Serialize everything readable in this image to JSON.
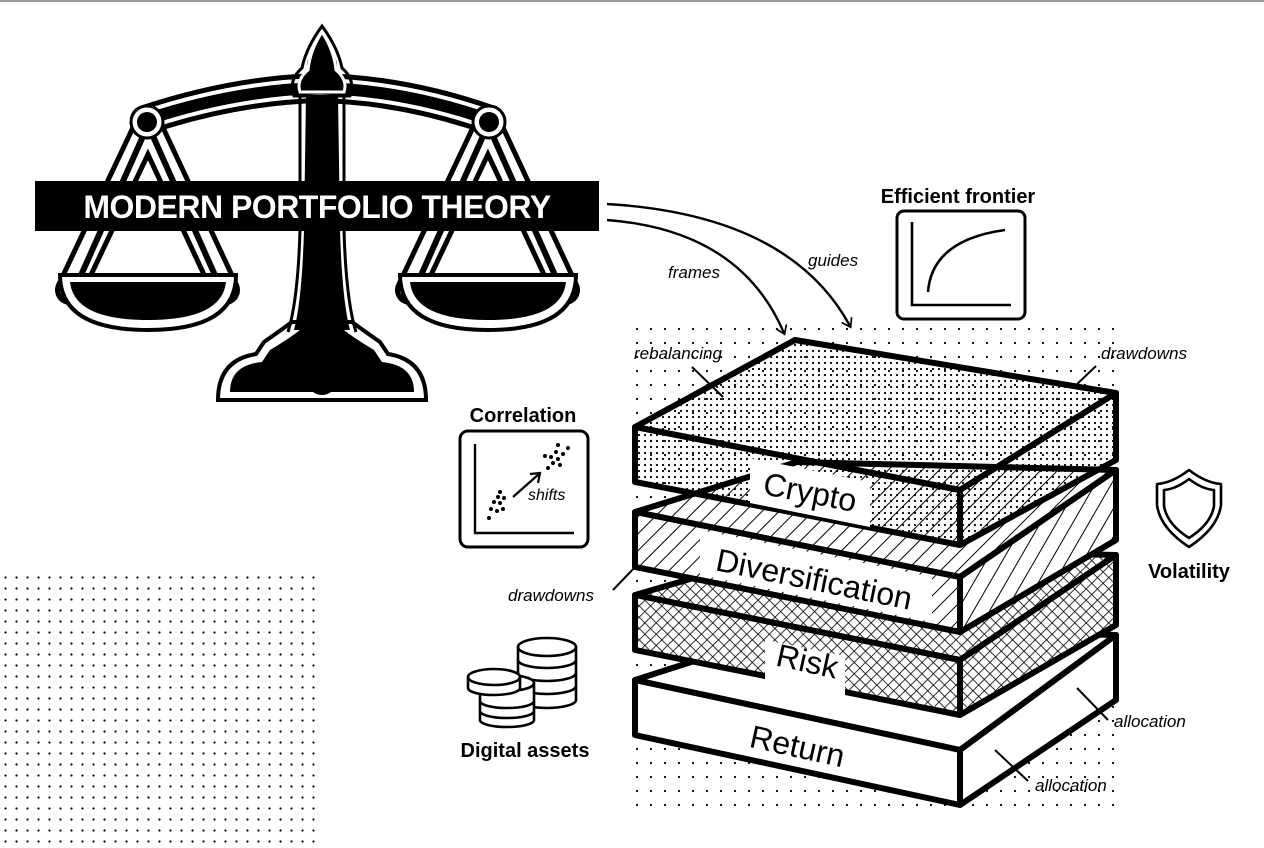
{
  "title": "MODERN PORTFOLIO THEORY",
  "colors": {
    "ink": "#000000",
    "paper": "#ffffff",
    "top_rule": "#9a9a9a"
  },
  "arrows": {
    "frames": "frames",
    "guides": "guides"
  },
  "icons": {
    "efficient_frontier": {
      "label": "Efficient frontier",
      "icon": "efficient-frontier-curve-icon"
    },
    "correlation": {
      "label": "Correlation",
      "annotation": "shifts",
      "icon": "scatter-correlation-icon"
    },
    "digital_assets": {
      "label": "Digital assets",
      "icon": "coin-stacks-icon"
    },
    "volatility": {
      "label": "Volatility",
      "icon": "shield-icon"
    },
    "scales": {
      "icon": "balance-scale-icon"
    }
  },
  "stack": {
    "layers": [
      {
        "label": "Crypto",
        "pattern": "dots"
      },
      {
        "label": "Diversification",
        "pattern": "diagonal-hatch"
      },
      {
        "label": "Risk",
        "pattern": "cross-hatch"
      },
      {
        "label": "Return",
        "pattern": "plain"
      }
    ],
    "callouts": {
      "rebalancing": "rebalancing",
      "drawdowns_top": "drawdowns",
      "drawdowns_left": "drawdowns",
      "allocation_upper": "allocation",
      "allocation_lower": "allocation"
    }
  }
}
